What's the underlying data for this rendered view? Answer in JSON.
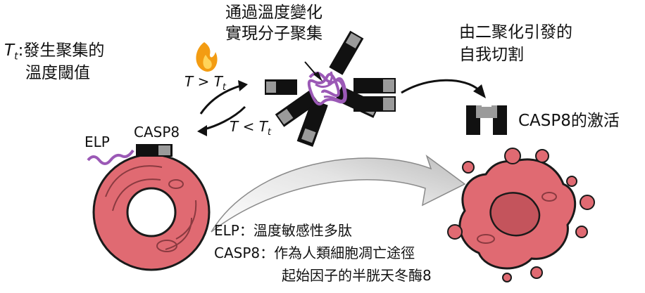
{
  "threshold_note": {
    "symbol": "T",
    "subscript": "t",
    "separator": ":",
    "line1": "發生聚集的",
    "line2": "溫度閾值"
  },
  "aggregation_caption": {
    "line1": "通過溫度變化",
    "line2": "實現分子聚集"
  },
  "cleavage_caption": {
    "line1": "由二聚化引發的",
    "line2": "自我切割"
  },
  "activation_label": "CASP8的激活",
  "heat_arrow": {
    "t": "T",
    "op": ">",
    "tt": "T",
    "sub": "t"
  },
  "cool_arrow": {
    "t": "T",
    "op": "<",
    "tt": "T",
    "sub": "t"
  },
  "elp_label": "ELP",
  "casp8_label": "CASP8",
  "legend": {
    "elp_line": "ELP：溫度敏感性多肽",
    "casp8_line1": "CASP8：作為人類細胞凋亡途徑",
    "casp8_line2": "起始因子的半胱天冬酶8"
  },
  "colors": {
    "cell_fill": "#e06a72",
    "cell_stroke": "#1a1a1a",
    "elp_purple": "#9b59b6",
    "flame_orange": "#f39c12",
    "arrow_gray": "#cfcfcf"
  }
}
